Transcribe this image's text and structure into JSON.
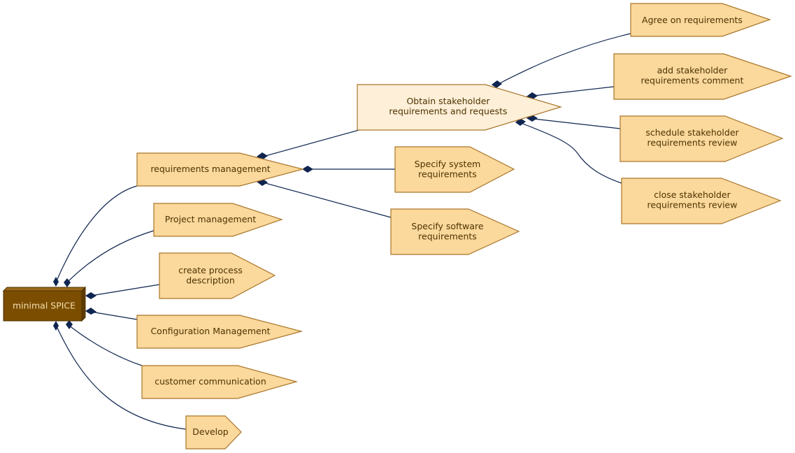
{
  "root": {
    "label": "minimal SPICE"
  },
  "nodes": {
    "requirements_management": [
      "requirements management"
    ],
    "project_management": [
      "Project management"
    ],
    "create_process_description": [
      "create process",
      "description"
    ],
    "configuration_management": [
      "Configuration Management"
    ],
    "customer_communication": [
      "customer communication"
    ],
    "develop": [
      "Develop"
    ],
    "obtain_stakeholder": [
      "Obtain stakeholder",
      "requirements and requests"
    ],
    "specify_system": [
      "Specify system",
      "requirements"
    ],
    "specify_software": [
      "Specify software",
      "requirements"
    ],
    "agree_on_requirements": [
      "Agree on requirements"
    ],
    "add_stakeholder_comment": [
      "add stakeholder",
      "requirements comment"
    ],
    "schedule_review": [
      "schedule stakeholder",
      "requirements review"
    ],
    "close_review": [
      "close stakeholder",
      "requirements review"
    ]
  },
  "colors": {
    "node_fill": "#fbd89c",
    "node_highlight_fill": "#feefd8",
    "node_border": "#a9762a",
    "node_text": "#4e3400",
    "root_fill": "#7a4d00",
    "root_text": "#f6dfae",
    "edge": "#0f2550"
  }
}
